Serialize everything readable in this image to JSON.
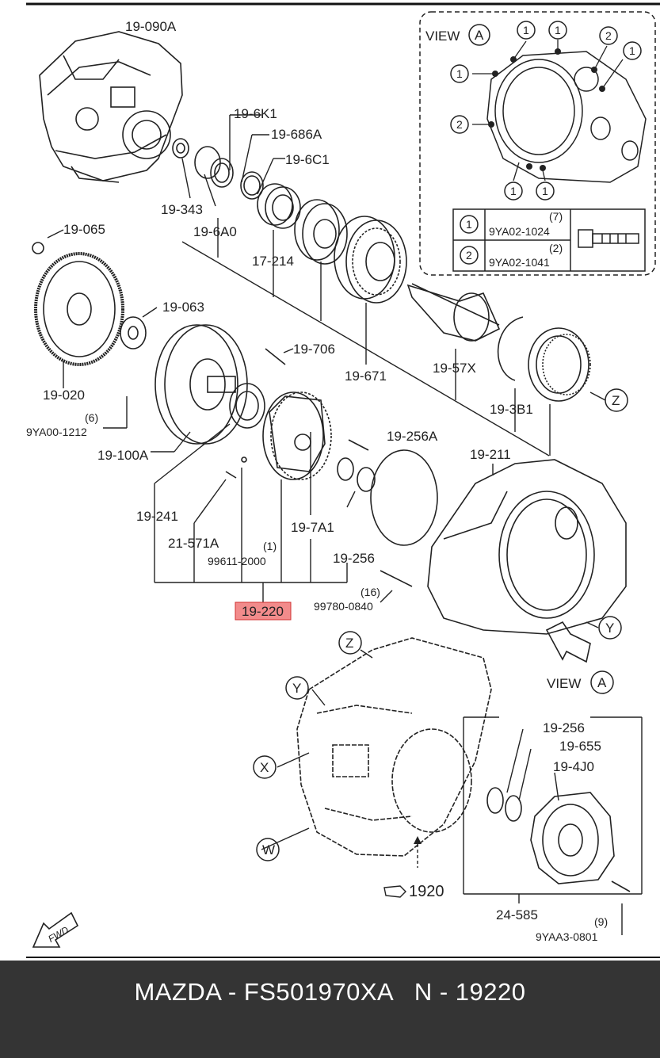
{
  "labels": {
    "p19090A": "19-090A",
    "p196K1": "19-6K1",
    "p19686A": "19-686A",
    "p196C1": "19-6C1",
    "p19343": "19-343",
    "p196A0": "19-6A0",
    "p17214": "17-214",
    "p19065": "19-065",
    "p19063": "19-063",
    "p19706": "19-706",
    "p19671": "19-671",
    "p1957X": "19-57X",
    "p19020": "19-020",
    "q6": "(6)",
    "p9YA001212": "9YA00-1212",
    "p19100A": "19-100A",
    "p193B1": "19-3B1",
    "p19256A": "19-256A",
    "p19211": "19-211",
    "p19241": "19-241",
    "p21571A": "21-571A",
    "q1": "(1)",
    "p996112000": "99611-2000",
    "p197A1": "19-7A1",
    "p19256": "19-256",
    "p19220": "19-220",
    "q16": "(16)",
    "p997800840": "99780-0840",
    "view": "VIEW",
    "p19256b": "19-256",
    "p19655": "19-655",
    "p194J0": "19-4J0",
    "p1920": "1920",
    "p24585": "24-585",
    "q9": "(9)",
    "p9YAA30801": "9YAA3-0801",
    "fwd": "FWD"
  },
  "callouts": {
    "A": "A",
    "X": "X",
    "Y": "Y",
    "Z": "Z",
    "W": "W",
    "one": "1",
    "two": "2"
  },
  "bolt_table": {
    "rows": [
      {
        "key": "1",
        "qty": "(7)",
        "part": "9YA02-1024"
      },
      {
        "key": "2",
        "qty": "(2)",
        "part": "9YA02-1041"
      }
    ]
  },
  "footer": {
    "caption": "MAZDA - FS501970XA   N - 19220"
  },
  "colors": {
    "highlight_fill": "#f28b8b",
    "highlight_border": "#d03030",
    "footer_bg": "#343434"
  }
}
